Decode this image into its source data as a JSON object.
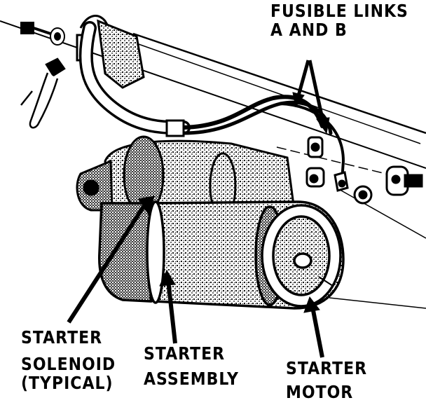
{
  "labels": {
    "fusible_links": {
      "line1": "FUSIBLE LINKS",
      "line2": "A AND B"
    },
    "starter_solenoid": {
      "line1": "STARTER",
      "line2": "SOLENOID",
      "line3": "(TYPICAL)"
    },
    "starter_assembly": {
      "line1": "STARTER",
      "line2": "ASSEMBLY"
    },
    "starter_motor": {
      "line1": "STARTER",
      "line2": "MOTOR"
    }
  },
  "colors": {
    "ink": "#000000",
    "paper": "#ffffff",
    "shade": "#1a1a1a"
  }
}
